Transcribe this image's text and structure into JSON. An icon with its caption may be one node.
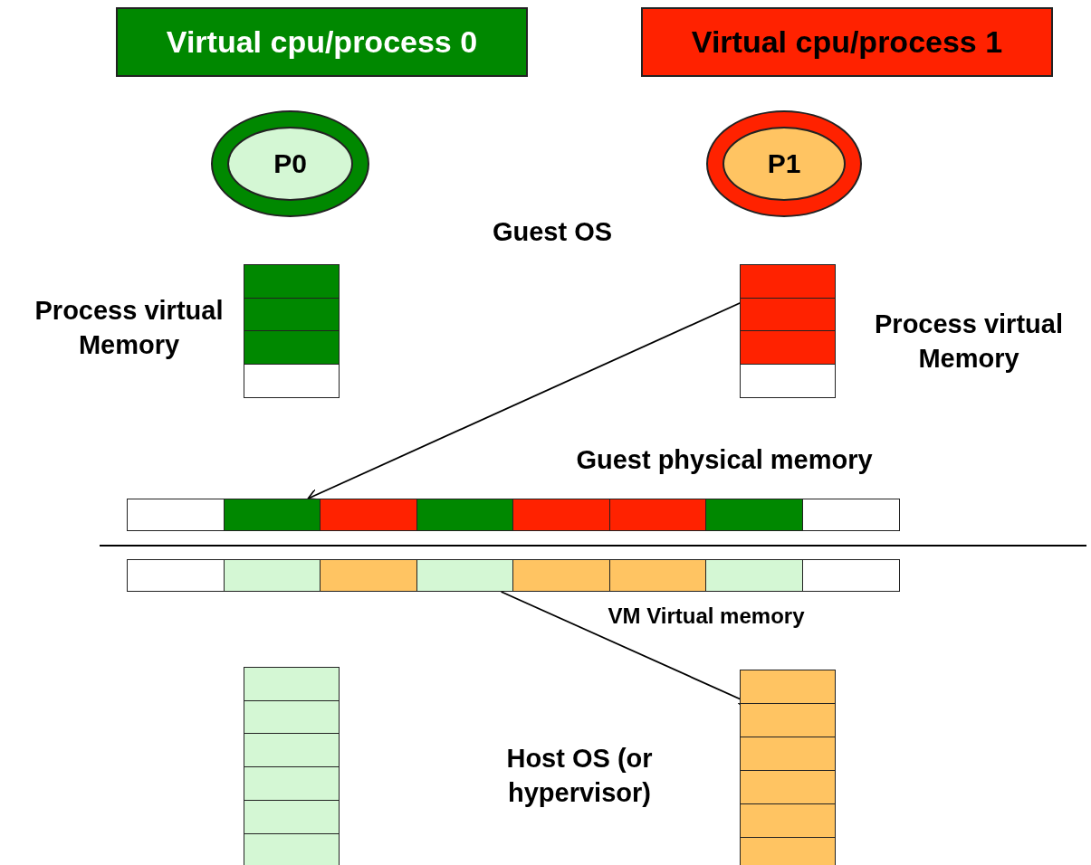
{
  "diagram": {
    "nodes": [
      {
        "text": [
          "Virtual cpu/process 0"
        ]
      },
      {
        "text": [
          "Virtual cpu/process 1"
        ]
      },
      {
        "text": [
          "P0"
        ]
      },
      {
        "text": [
          "P1"
        ]
      },
      {
        "text": [],
        "shape": "box"
      },
      {
        "text": [],
        "shape": "box"
      },
      {
        "text": [],
        "shape": "box"
      },
      {
        "text": [],
        "shape": "box"
      },
      {
        "text": [],
        "shape": "box"
      },
      {
        "text": [],
        "shape": "box"
      },
      {
        "text": [],
        "shape": "box"
      },
      {
        "text": [],
        "shape": "box"
      },
      {
        "text": [],
        "shape": "box"
      },
      {
        "text": [],
        "shape": "box"
      },
      {
        "text": [],
        "shape": "box"
      },
      {
        "text": [],
        "shape": "box"
      },
      {
        "text": [],
        "shape": "box"
      },
      {
        "text": [],
        "shape": "box"
      },
      {
        "text": [],
        "shape": "box"
      },
      {
        "text": [],
        "shape": "box"
      },
      {
        "text": [],
        "shape": "box"
      },
      {
        "text": [],
        "shape": "box"
      },
      {
        "text": [],
        "shape": "box"
      },
      {
        "text": [],
        "shape": "box"
      },
      {
        "text": [],
        "shape": "box"
      },
      {
        "text": [],
        "shape": "box"
      },
      {
        "text": [],
        "shape": "box"
      },
      {
        "text": [],
        "shape": "box"
      },
      {
        "text": [],
        "shape": "box"
      },
      {
        "text": [],
        "shape": "box"
      },
      {
        "text": [],
        "shape": "box"
      },
      {
        "text": [],
        "shape": "box"
      },
      {
        "text": [],
        "shape": "box"
      },
      {
        "text": [],
        "shape": "box"
      },
      {
        "text": [],
        "shape": "box"
      },
      {
        "text": [],
        "shape": "box"
      },
      {
        "text": [],
        "shape": "box"
      },
      {
        "text": [],
        "shape": "box"
      },
      {
        "text": [],
        "shape": "box"
      },
      {
        "text": [],
        "shape": "box"
      }
    ],
    "edges": [
      {
        "from": 8,
        "to": 13,
        "arrow": "to"
      },
      {
        "from": 23,
        "to": 35,
        "arrow": "to"
      }
    ],
    "labels": [
      "Guest OS",
      "Process virtual Memory",
      "Process virtual Memory",
      "Guest physical memory",
      "VM Virtual memory",
      "Host OS (or hypervisor)"
    ]
  }
}
